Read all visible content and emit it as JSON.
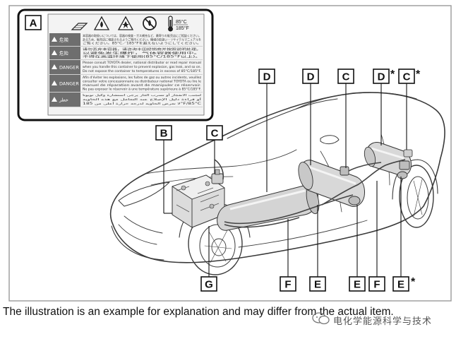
{
  "inset": {
    "letter": "A",
    "temperature_c": "85°C",
    "temperature_f": "185°F",
    "warning_rows": [
      {
        "tag": "危険",
        "lines": [
          "本容器の取扱いについては、容器の検査・ガス補充など、最寄りの販売店にご相談ください。",
          "あるため、販売店に相談されるようご案内ください。機械の取扱い・リサイクルマニュアルを",
          "ご覧ください。85°C／185°Fを超えないようにしてください。"
        ]
      },
      {
        "tag": "危险",
        "lines": [
          "请勿丢弃本容器，请咨询丰田经销商并按照说明处理。",
          "以避免发生爆炸，气体容器使用中。",
          "不得在高温环境下使用(85°C/185°F以上)。"
        ]
      },
      {
        "tag": "DANGER",
        "lines": [
          "Please consult TOYOTA dealer, national distributor or read repair manual",
          "when you handle this container to prevent explosion, gas leak, and so on.",
          "Do not expose the container to temperatures in excess of 85°C/185°F."
        ]
      },
      {
        "tag": "DANGER",
        "lines": [
          "Afin d'éviter les explosions, les fuites de gaz ou autres incidents, veuillez",
          "consulter votre concessionnaire ou distributeur national TOYOTA ou lire le",
          "manuel de réparation avant de manipuler ce réservoir.",
          "Ne pas exposer le réservoir à une température supérieure à 85°C/185°F."
        ]
      },
      {
        "tag": "خطر",
        "lines": [
          "لتجنب الانفجار أو تسرب الغاز يرجى استشارة وكيل تويوتا",
          "أو قراءة دليل الإصلاح عند التعامل مع هذه الحاوية",
          "لا تعرض الحاوية لدرجة حرارة أعلى من 185°F/85°C"
        ]
      }
    ]
  },
  "callouts": {
    "b": "B",
    "c_engine": "C",
    "g": "G",
    "d_front": "D",
    "d_mid": "D",
    "c_mid": "C",
    "d_rear": "D",
    "c_rear": "C",
    "f_left": "F",
    "e_left": "E",
    "e_mid": "E",
    "f_right": "F",
    "e_right": "E",
    "star": "*"
  },
  "caption": "The illustration is an example for explanation and may differ from the actual item.",
  "watermark": "电化学能源科学与技术"
}
